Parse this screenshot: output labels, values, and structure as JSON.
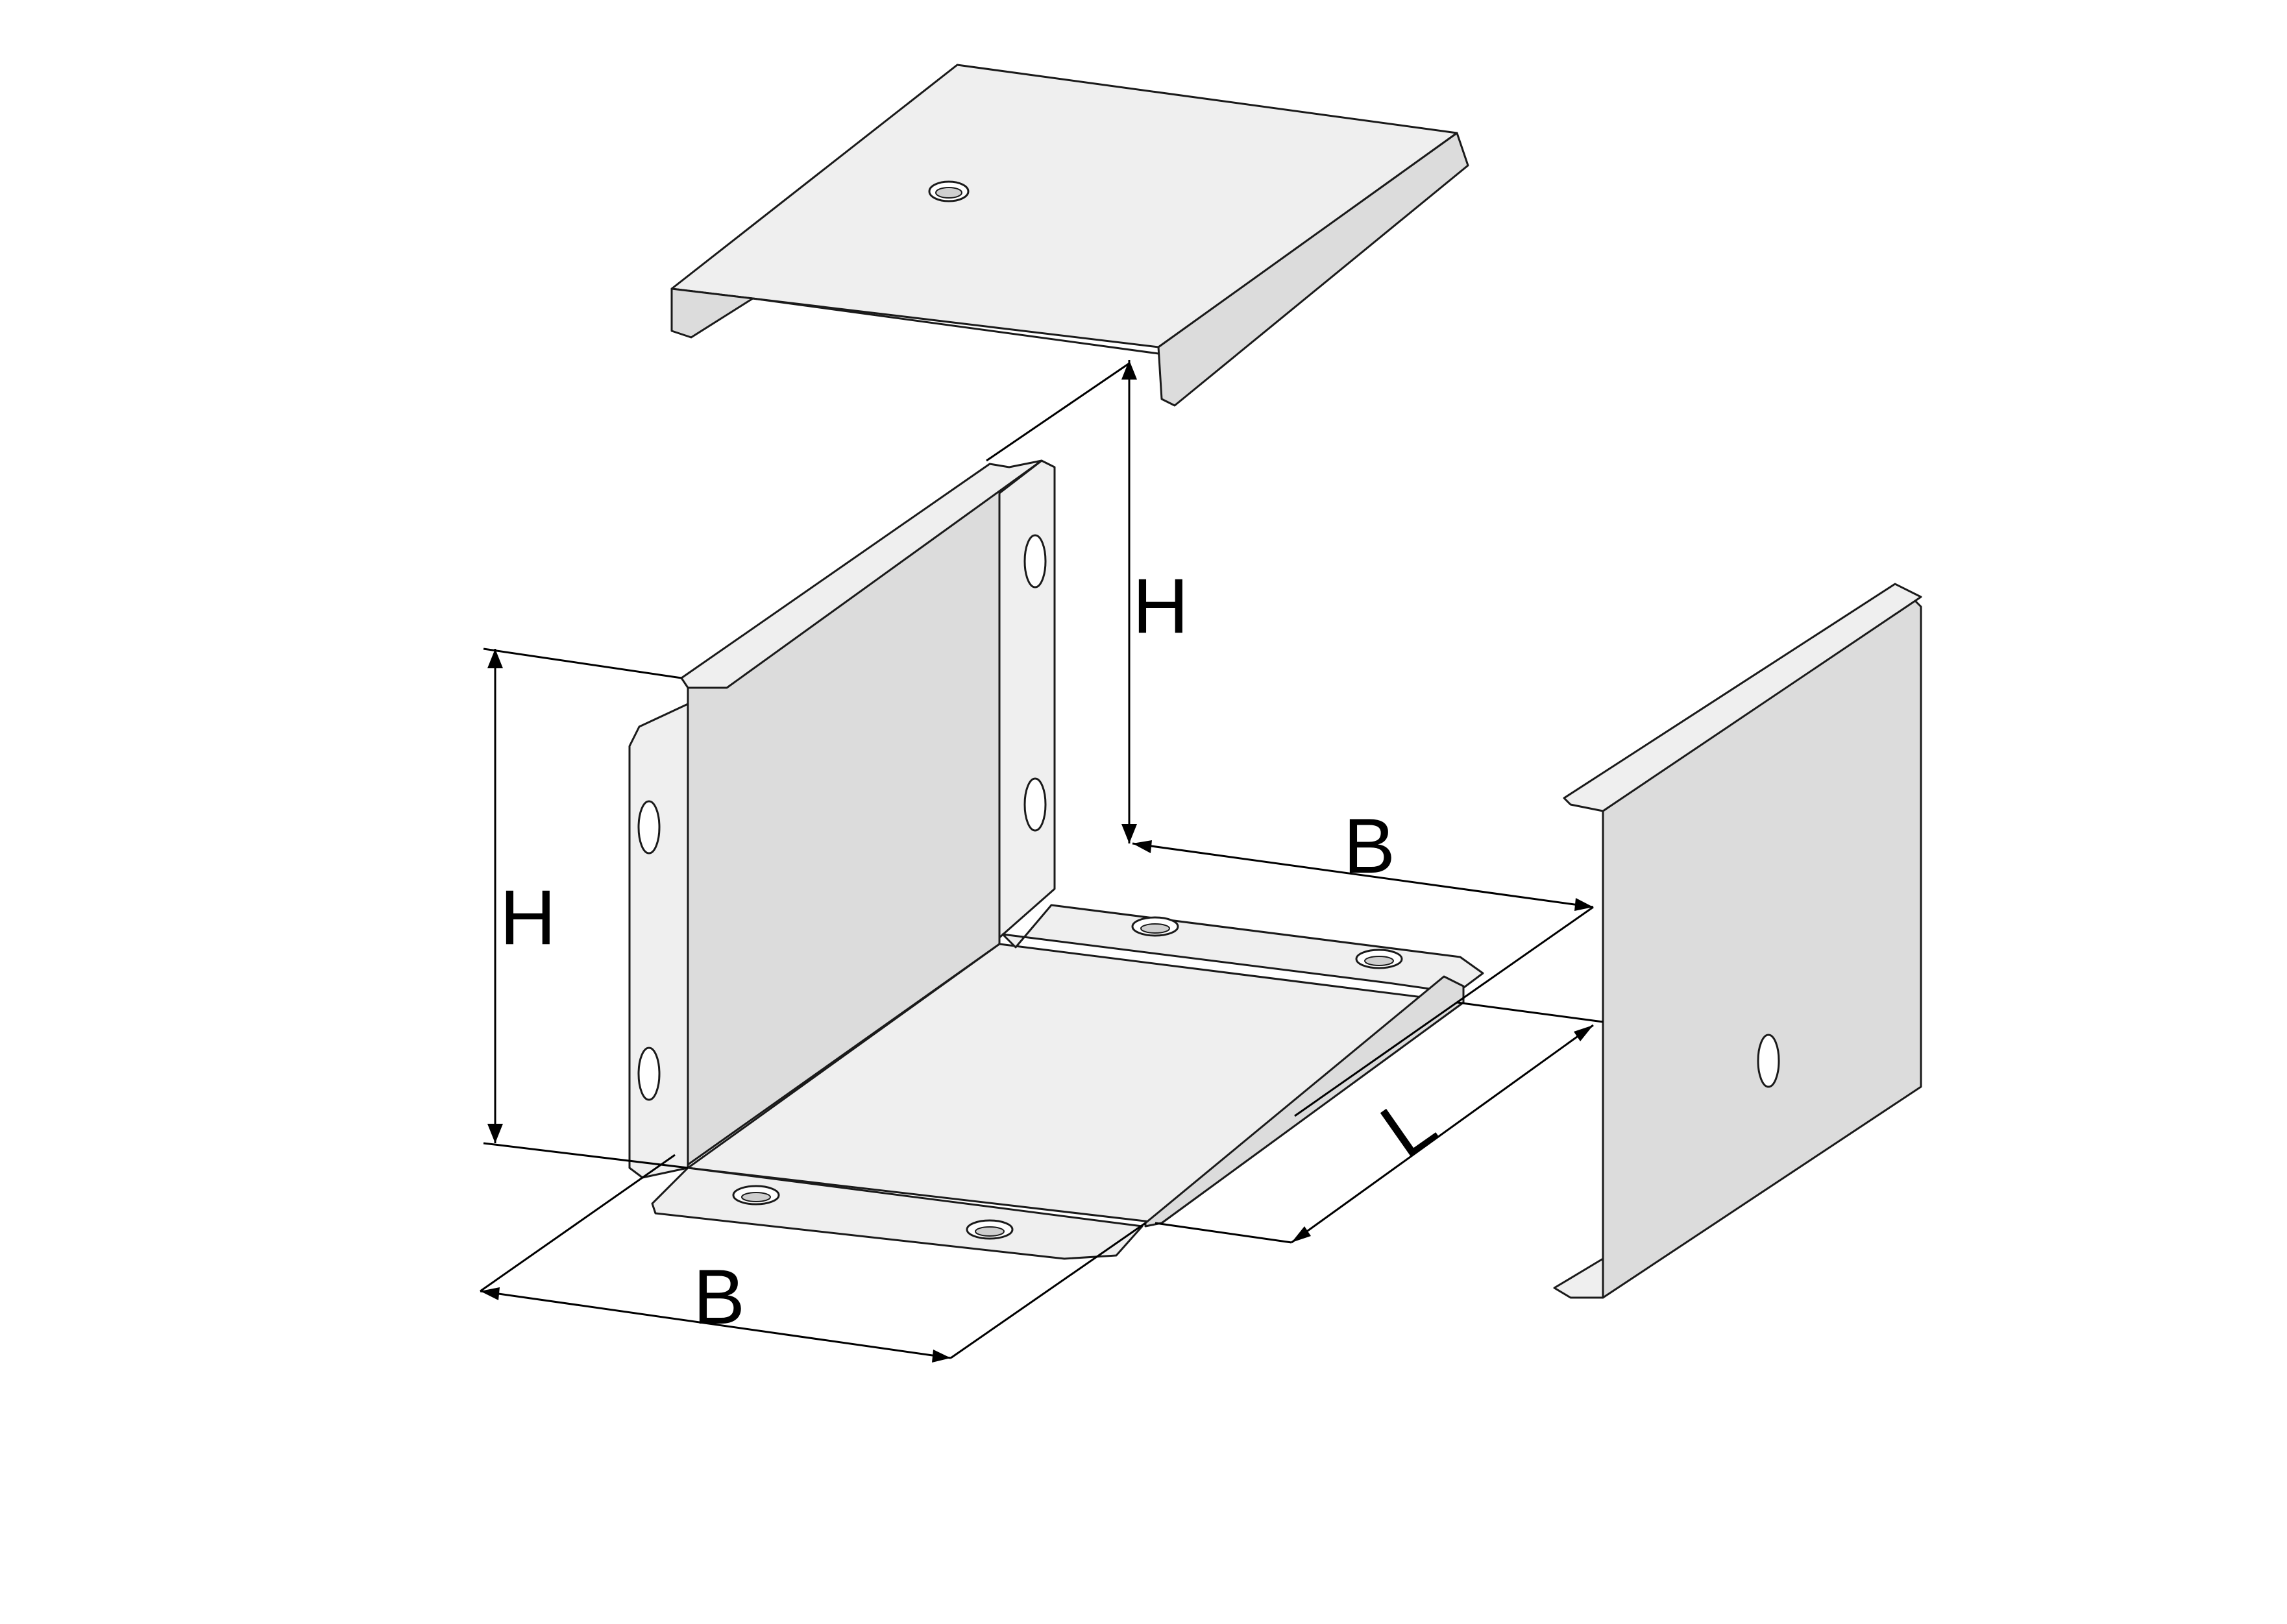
{
  "diagram": {
    "labels": {
      "height_top": "H",
      "height_left": "H",
      "width_front": "B",
      "width_right": "B",
      "length": "L"
    },
    "colors": {
      "face_light": "#efefef",
      "face_mid": "#dcdcdc",
      "face_dark": "#c9c9c9",
      "line": "#1a1a1a",
      "background": "#ffffff"
    }
  }
}
